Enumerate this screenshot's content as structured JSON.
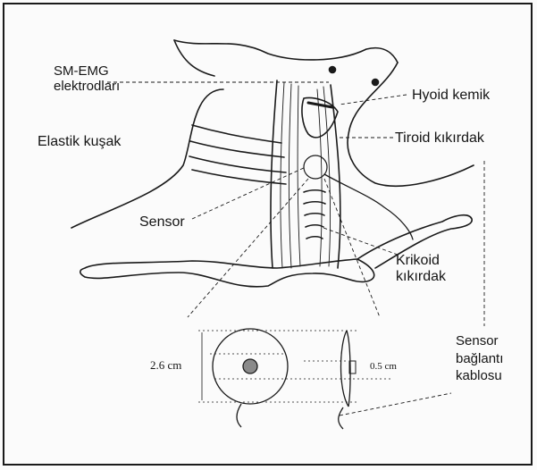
{
  "labels": {
    "electrodes_line1": "SM-EMG",
    "electrodes_line2": "elektrodları",
    "hyoid": "Hyoid kemik",
    "elastic": "Elastik kuşak",
    "thyroid": "Tiroid  kıkırdak",
    "sensor": "Sensor",
    "cricoid_line1": "Krikoid",
    "cricoid_line2": "kıkırdak",
    "cable_line1": "Sensor",
    "cable_line2": "bağlantı",
    "cable_line3": "kablosu",
    "dimension_diameter": "2.6 cm",
    "dimension_thickness": "0.5 cm"
  },
  "colors": {
    "ink": "#1a1a1a",
    "background": "#fbfbfb",
    "sensor_core": "#8a8a8a"
  }
}
